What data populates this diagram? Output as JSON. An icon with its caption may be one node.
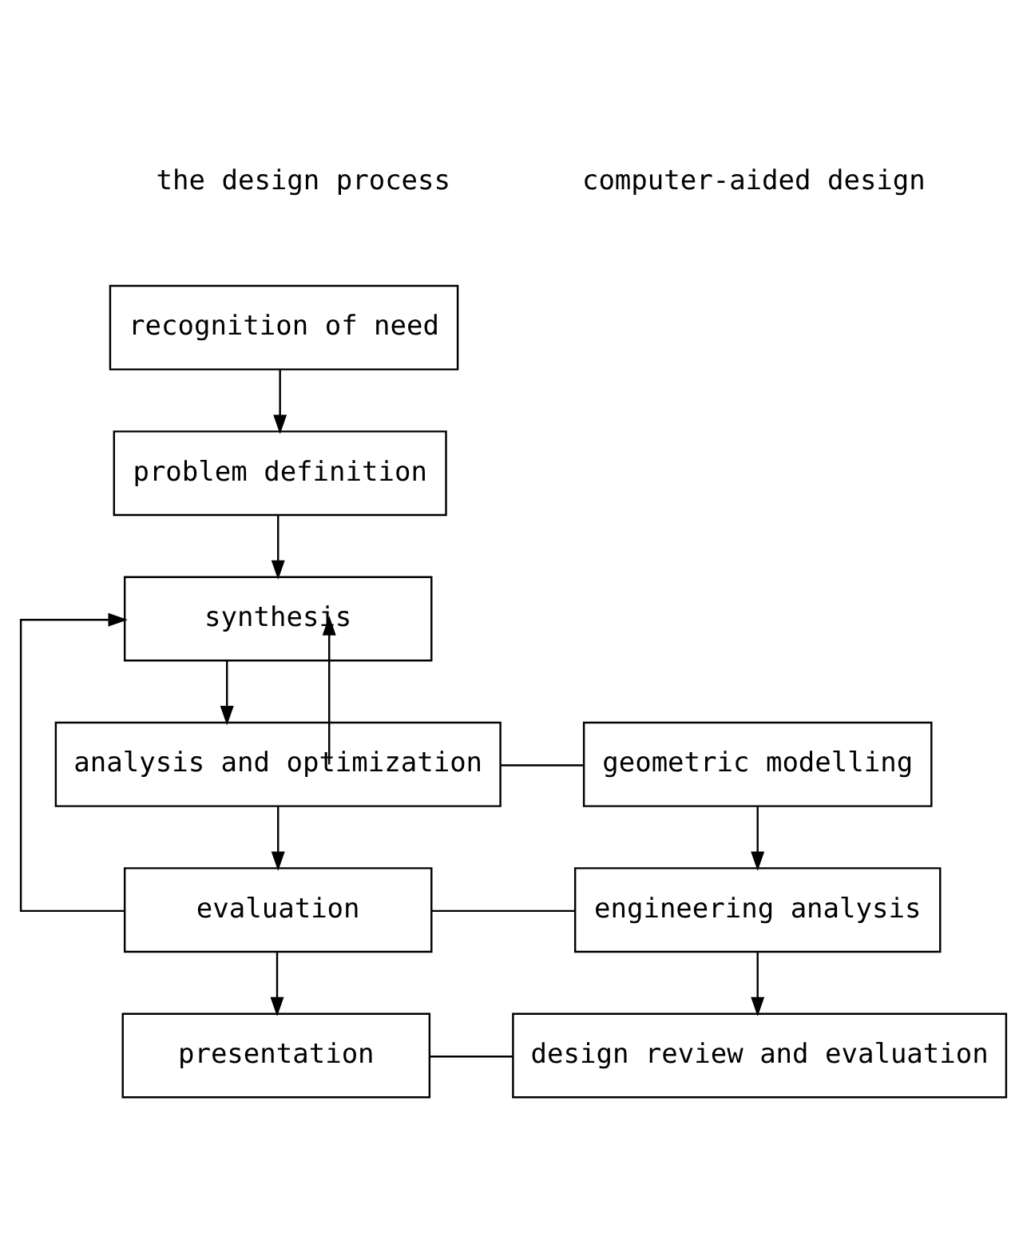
{
  "diagram": {
    "nodes": [
      {
        "text": [
          "recognition of need"
        ]
      },
      {
        "text": [
          "problem definition"
        ]
      },
      {
        "text": [
          "synthesis"
        ]
      },
      {
        "text": [
          "analysis and optimization"
        ]
      },
      {
        "text": [
          "evaluation"
        ]
      },
      {
        "text": [
          "presentation"
        ]
      },
      {
        "text": [
          "geometric modelling"
        ]
      },
      {
        "text": [
          "engineering analysis"
        ]
      },
      {
        "text": [
          "design review and evaluation"
        ]
      }
    ],
    "edges": [
      {
        "from": 0,
        "to": 1,
        "arrow": "to"
      },
      {
        "from": 1,
        "to": 2,
        "arrow": "to"
      },
      {
        "from": 2,
        "to": 3,
        "arrow": "to"
      },
      {
        "from": 3,
        "to": 2,
        "arrow": "to"
      },
      {
        "from": 4,
        "to": 2,
        "arrow": "to"
      },
      {
        "from": 3,
        "to": 4,
        "arrow": "to"
      },
      {
        "from": 4,
        "to": 5,
        "arrow": "to"
      },
      {
        "from": 3,
        "to": 6,
        "arrow": "none"
      },
      {
        "from": 6,
        "to": 7,
        "arrow": "to"
      },
      {
        "from": 4,
        "to": 7,
        "arrow": "none"
      },
      {
        "from": 7,
        "to": 8,
        "arrow": "to"
      },
      {
        "from": 5,
        "to": 8,
        "arrow": "none"
      }
    ],
    "labels": [
      "the design process",
      "computer-aided design"
    ]
  }
}
